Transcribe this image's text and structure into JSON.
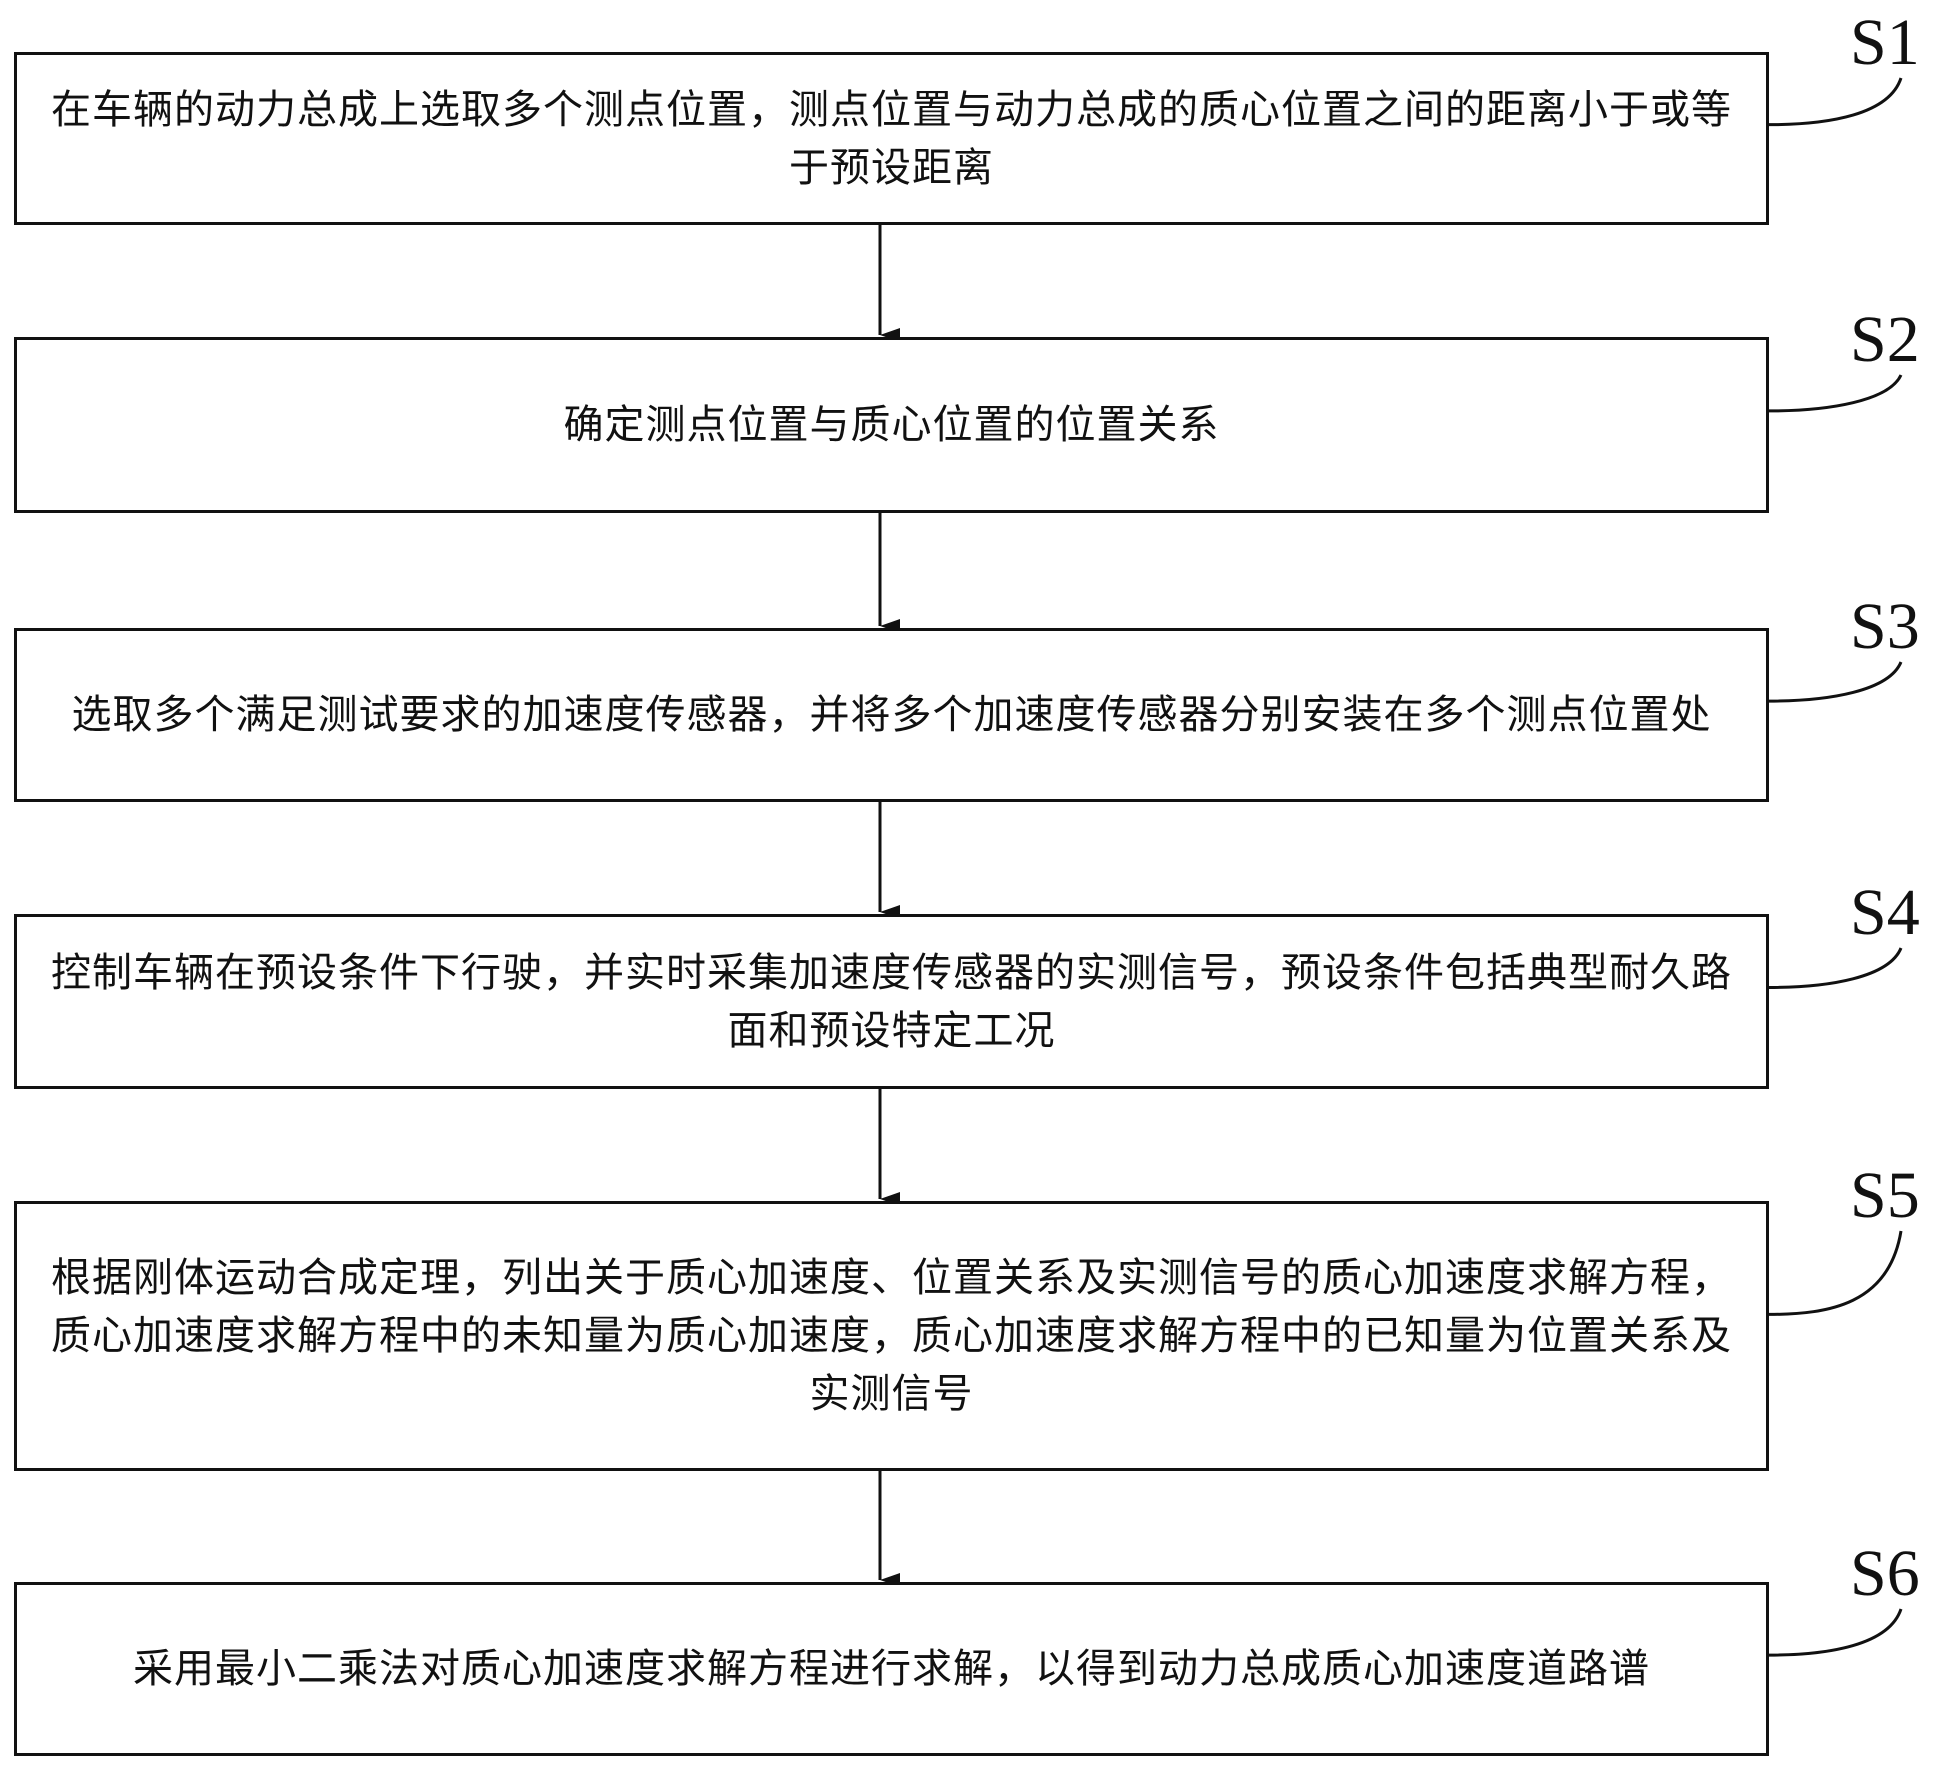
{
  "flowchart": {
    "steps": [
      {
        "id": "S1",
        "label": "S1",
        "text": "在车辆的动力总成上选取多个测点位置，测点位置与动力总成的质心位置之间的距离小于或等于预设距离"
      },
      {
        "id": "S2",
        "label": "S2",
        "text": "确定测点位置与质心位置的位置关系"
      },
      {
        "id": "S3",
        "label": "S3",
        "text": "选取多个满足测试要求的加速度传感器，并将多个加速度传感器分别安装在多个测点位置处"
      },
      {
        "id": "S4",
        "label": "S4",
        "text": "控制车辆在预设条件下行驶，并实时采集加速度传感器的实测信号，预设条件包括典型耐久路面和预设特定工况"
      },
      {
        "id": "S5",
        "label": "S5",
        "text": "根据刚体运动合成定理，列出关于质心加速度、位置关系及实测信号的质心加速度求解方程，质心加速度求解方程中的未知量为质心加速度，质心加速度求解方程中的已知量为位置关系及实测信号"
      },
      {
        "id": "S6",
        "label": "S6",
        "text": "采用最小二乘法对质心加速度求解方程进行求解，以得到动力总成质心加速度道路谱"
      }
    ]
  }
}
